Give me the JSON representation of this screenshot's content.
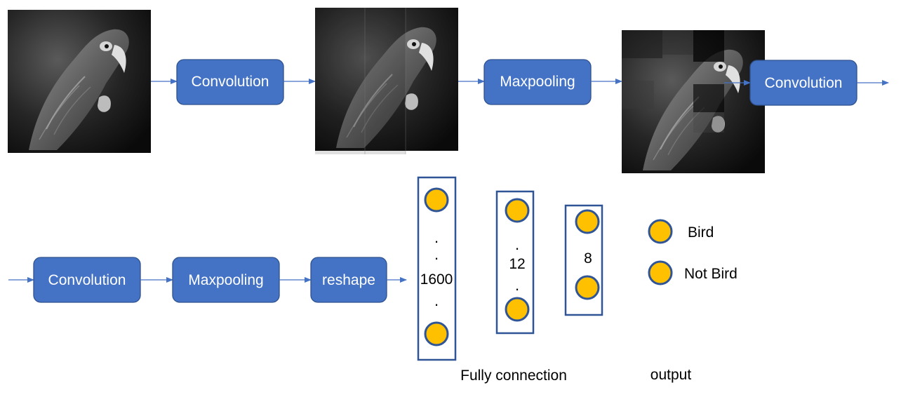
{
  "colors": {
    "box_fill": "#4472c4",
    "box_stroke": "#2f528f",
    "arrow": "#4472c4",
    "node_fill": "#ffc000",
    "node_stroke": "#2f5597",
    "column_stroke": "#2f5597"
  },
  "pipeline": {
    "row1": {
      "conv1_label": "Convolution",
      "maxpool1_label": "Maxpooling",
      "conv2_label": "Convolution"
    },
    "row2": {
      "conv3_label": "Convolution",
      "maxpool2_label": "Maxpooling",
      "reshape_label": "reshape"
    }
  },
  "images": {
    "input_icon": "parrot-image",
    "conv_output_icon": "parrot-image",
    "pooled_output_icon": "parrot-tiles-image"
  },
  "fc": {
    "layer1_size": "1600",
    "layer2_size": "12",
    "layer3_size": "8",
    "dot": ".",
    "caption": "Fully connection"
  },
  "output": {
    "class1": "Bird",
    "class2": "Not Bird",
    "caption": "output"
  }
}
